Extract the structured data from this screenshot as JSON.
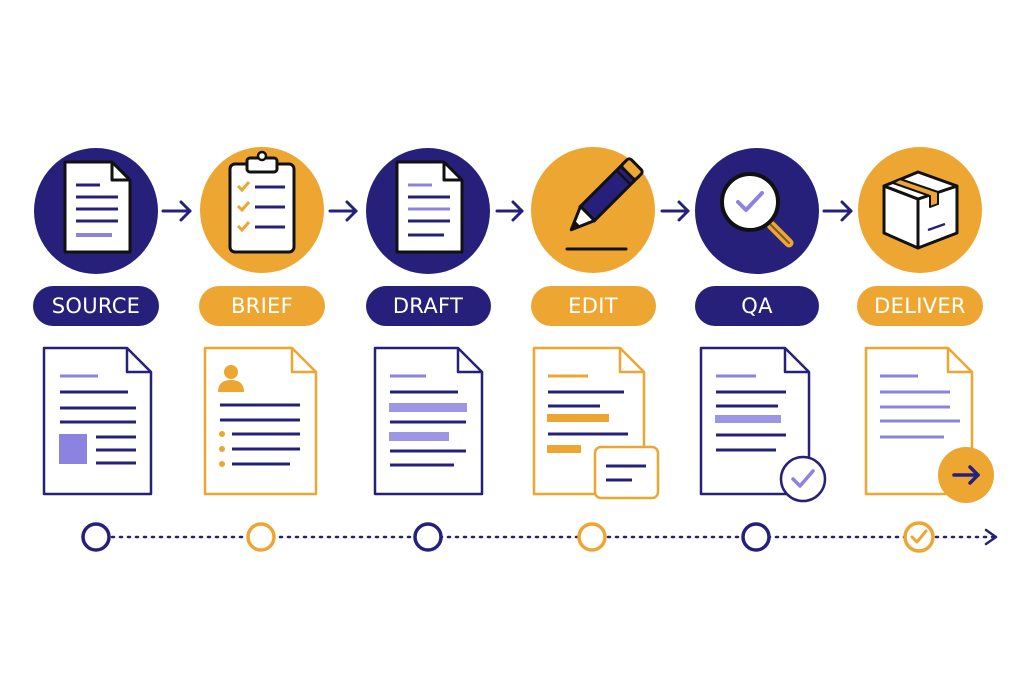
{
  "colors": {
    "navy": "#26207a",
    "amber": "#eda632",
    "lavender": "#8c83e0",
    "white": "#ffffff"
  },
  "steps": [
    {
      "label": "SOURCE",
      "theme": "navy",
      "icon": "document-icon"
    },
    {
      "label": "BRIEF",
      "theme": "amber",
      "icon": "clipboard-checklist-icon"
    },
    {
      "label": "DRAFT",
      "theme": "navy",
      "icon": "document-icon"
    },
    {
      "label": "EDIT",
      "theme": "amber",
      "icon": "pencil-icon"
    },
    {
      "label": "QA",
      "theme": "navy",
      "icon": "magnifier-check-icon"
    },
    {
      "label": "DELIVER",
      "theme": "amber",
      "icon": "package-box-icon"
    }
  ]
}
